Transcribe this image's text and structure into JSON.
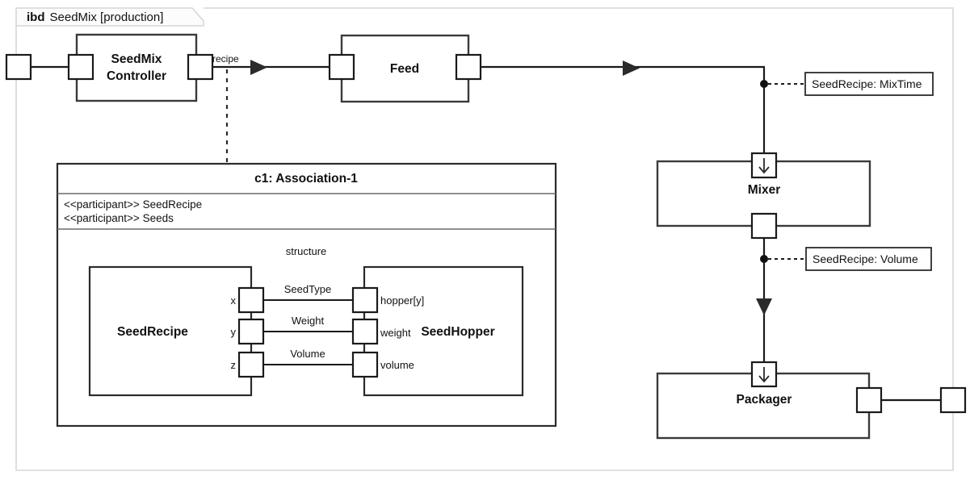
{
  "diagram": {
    "kind_keyword": "ibd",
    "title": "SeedMix [production]",
    "frame_label_full": "ibd SeedMix [production]"
  },
  "blocks": {
    "controller": {
      "name_line1": "SeedMix",
      "name_line2": "Controller"
    },
    "feed": {
      "name": "Feed"
    },
    "mixer": {
      "name": "Mixer"
    },
    "packager": {
      "name": "Packager"
    },
    "seed_recipe": {
      "name": "SeedRecipe"
    },
    "seed_hopper": {
      "name": "SeedHopper"
    }
  },
  "association": {
    "header": "c1: Association-1",
    "participants": [
      "<<participant>> SeedRecipe",
      "<<participant>> Seeds"
    ],
    "structure_label": "structure",
    "connections": [
      {
        "left_port": "x",
        "label": "SeedType",
        "right_port": "hopper[y]"
      },
      {
        "left_port": "y",
        "label": "Weight",
        "right_port": "weight"
      },
      {
        "left_port": "z",
        "label": "Volume",
        "right_port": "volume"
      }
    ]
  },
  "flows": {
    "recipe_label": "recipe"
  },
  "value_properties": [
    {
      "text": "SeedRecipe: MixTime"
    },
    {
      "text": "SeedRecipe: Volume"
    }
  ],
  "colors": {
    "frame": "#d6d6d6",
    "stroke": "#1a1a1a",
    "block_stroke": "#3a3a3a",
    "compartment_stroke": "#6b6b6b",
    "background": "#ffffff"
  },
  "icons": {
    "flow_arrow": "solid-triangle-right-icon",
    "flow_arrow_down": "solid-triangle-down-icon",
    "proxy_port_in": "down-arrow-glyph-icon",
    "binding_dot": "filled-dot-icon"
  }
}
